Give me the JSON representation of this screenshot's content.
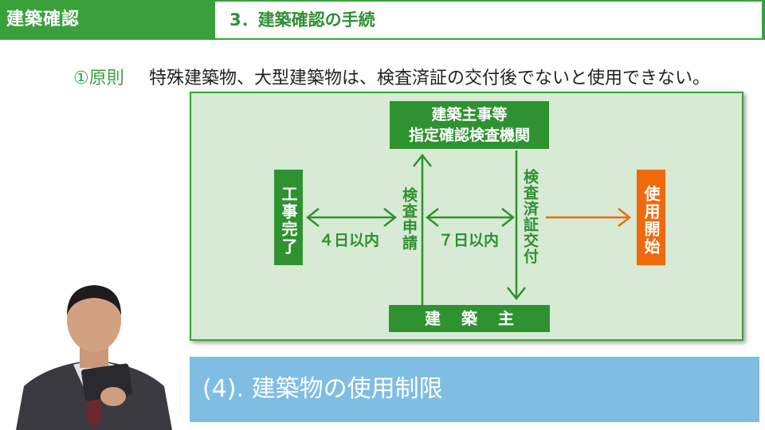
{
  "header": {
    "section_title": "建築確認",
    "slide_title": "3．建築確認の手続"
  },
  "principle": {
    "label": "①原則",
    "text": "特殊建築物、大型建築物は、検査済証の交付後でないと使用できない。"
  },
  "diagram": {
    "agency_line1": "建築主事等",
    "agency_line2": "指定確認検査機関",
    "owner": "建築主",
    "construction_complete": "工事完了",
    "use_start": "使用開始",
    "inspection_request": "検査申請",
    "certificate_issue": "検査済証交付",
    "within_4_days": "４日以内",
    "within_7_days": "７日以内"
  },
  "banner": {
    "title": "(4). 建築物の使用制限"
  },
  "colors": {
    "green": "#3aa03c",
    "dark_green": "#2f9231",
    "panel_bg": "#d7ead3",
    "orange": "#f06a0c",
    "banner_blue": "#7fbde3"
  }
}
